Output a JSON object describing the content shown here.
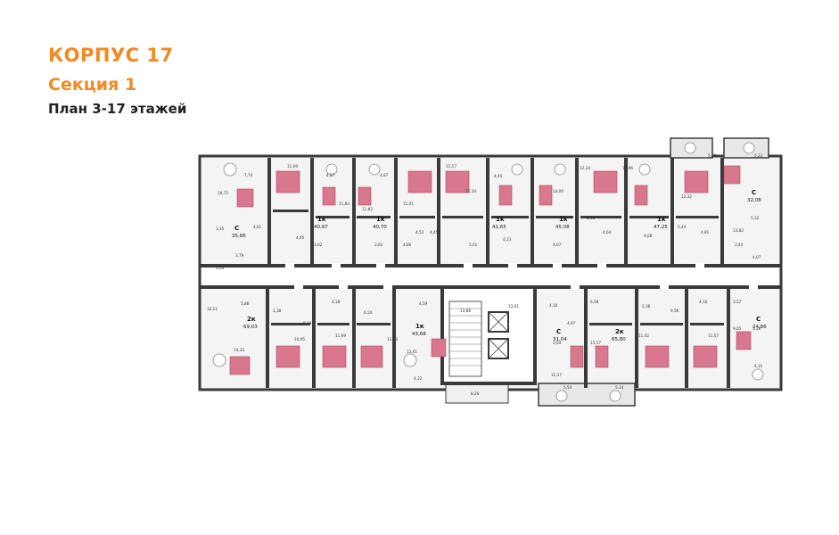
{
  "header": {
    "building": "КОРПУС 17",
    "section": "Секция 1",
    "plan": "План 3-17 этажей"
  },
  "colors": {
    "accent": "#f08a24",
    "wall": "#3a3a3a",
    "bed": "#d9778f",
    "floor": "#f4f4f4",
    "balcony": "#e6e6e6"
  },
  "apartments": [
    {
      "id": "a1",
      "type": "С",
      "area": "35,86"
    },
    {
      "id": "a2",
      "type": "1к",
      "area": "40,97"
    },
    {
      "id": "a3",
      "type": "1к",
      "area": "40,70"
    },
    {
      "id": "a4",
      "type": "1к",
      "area": "41,65"
    },
    {
      "id": "a5",
      "type": "1к",
      "area": "45,08"
    },
    {
      "id": "a6",
      "type": "1к",
      "area": "47,25"
    },
    {
      "id": "a7",
      "type": "С",
      "area": "32,08"
    },
    {
      "id": "a8",
      "type": "2к",
      "area": "69,03"
    },
    {
      "id": "a9",
      "type": "1к",
      "area": "43,68"
    },
    {
      "id": "a10",
      "type": "С",
      "area": "31,04"
    },
    {
      "id": "a11",
      "type": "2к",
      "area": "65,80"
    },
    {
      "id": "a12",
      "type": "С",
      "area": "24,86"
    }
  ],
  "room_areas": [
    "11,09",
    "7,74",
    "16,75",
    "3,35",
    "4,61",
    "4,95",
    "3,79",
    "4,03",
    "4,87",
    "11,83",
    "3,62",
    "4,87",
    "11,82",
    "3,62",
    "11,17",
    "11,01",
    "4,52",
    "4,86",
    "4,45",
    "5,01",
    "12,34",
    "4,45",
    "4,23",
    "14,00",
    "4,07",
    "12,34",
    "14,96",
    "5,58",
    "4,64",
    "4,08",
    "5,44",
    "12,32",
    "4,81",
    "5,59",
    "5,23",
    "5,32",
    "13,82",
    "3,44",
    "4,07",
    "5,88",
    "10,11",
    "2,38",
    "9,19",
    "4,18",
    "6,54",
    "4,59",
    "10,95",
    "11,99",
    "12,03",
    "14,35",
    "13,61",
    "4,32",
    "13,88",
    "13,01",
    "8,26",
    "4,10",
    "4,97",
    "3,04",
    "15,57",
    "12,37",
    "5,54",
    "5,14",
    "6,38",
    "2,38",
    "9,56",
    "4,18",
    "3,57",
    "11,02",
    "11,57",
    "9,05",
    "3,26",
    "4,31"
  ]
}
